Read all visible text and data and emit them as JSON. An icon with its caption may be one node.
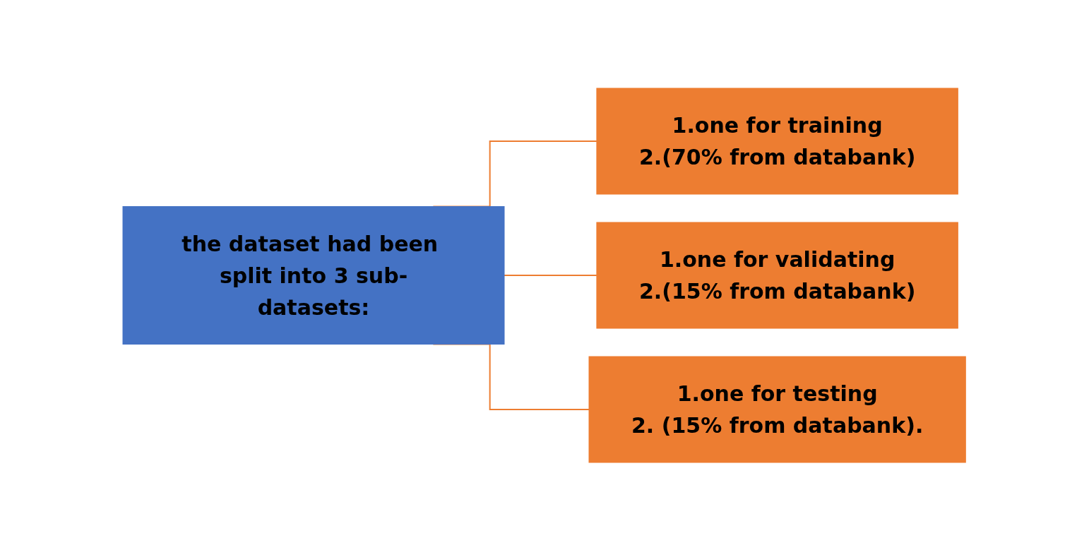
{
  "diagram": {
    "nodes": [
      {
        "text": [
          "the dataset had been split into 3 sub-datasets:"
        ]
      },
      {
        "text": [
          "1.one for training",
          "2.(70% from databank)"
        ]
      },
      {
        "text": [
          "1.one for validating",
          "2.(15% from databank)"
        ]
      },
      {
        "text": [
          "1.one for testing",
          "2. (15% from databank)."
        ]
      }
    ],
    "edges": [
      {
        "from": 0,
        "to": 1,
        "arrow": "none"
      },
      {
        "from": 0,
        "to": 2,
        "arrow": "none"
      },
      {
        "from": 0,
        "to": 3,
        "arrow": "none"
      }
    ]
  }
}
